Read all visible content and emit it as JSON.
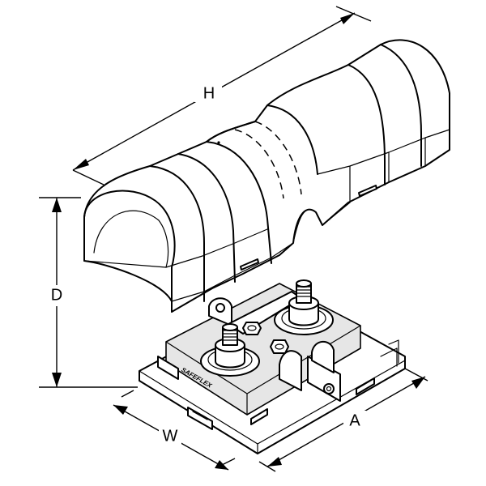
{
  "dimensions": {
    "height_label": "H",
    "depth_label": "D",
    "width_label": "W",
    "length_label": "A"
  },
  "base": {
    "brand_label": "SAFEFLEX"
  }
}
